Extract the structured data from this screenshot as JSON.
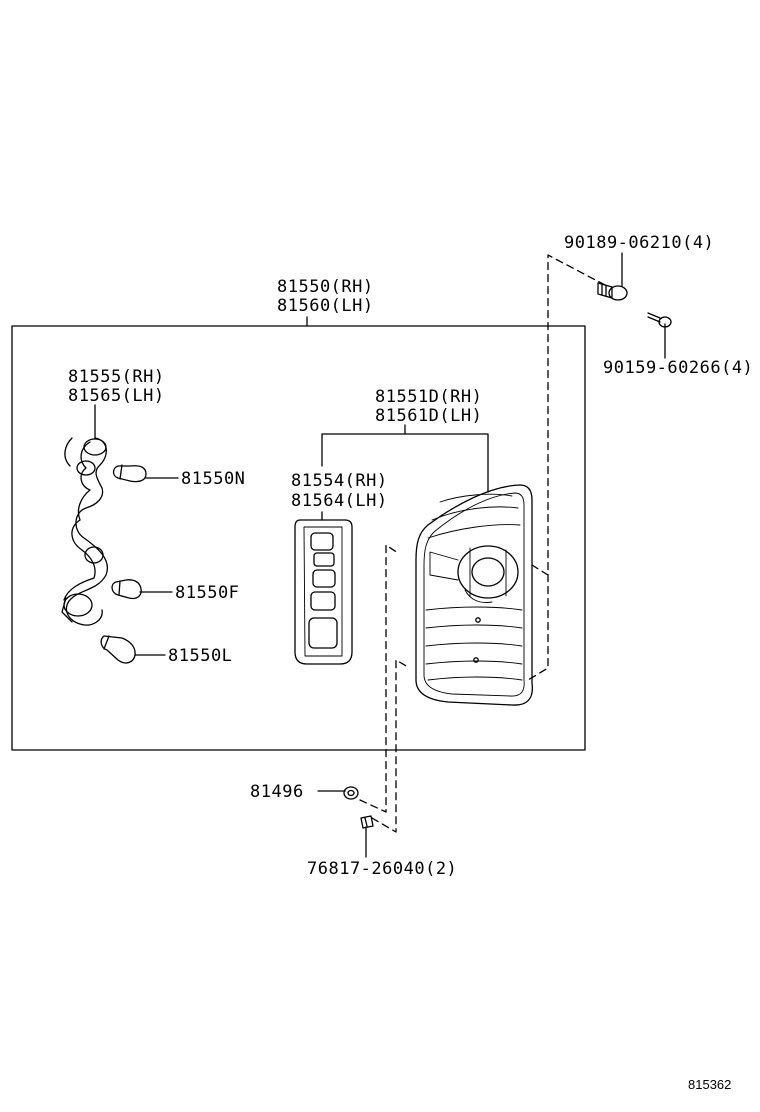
{
  "labels": {
    "assembly_rh": "81550(RH)",
    "assembly_lh": "81560(LH)",
    "socket_rh": "81555(RH)",
    "socket_lh": "81565(LH)",
    "bulb_n": "81550N",
    "bulb_f": "81550F",
    "bulb_l": "81550L",
    "lens_rh": "81551D(RH)",
    "lens_lh": "81561D(LH)",
    "reflector_rh": "81554(RH)",
    "reflector_lh": "81564(LH)",
    "screw_top": "90189-06210(4)",
    "screw_small": "90159-60266(4)",
    "nut": "81496",
    "clip": "76817-26040(2)"
  },
  "figure_number": "815362"
}
